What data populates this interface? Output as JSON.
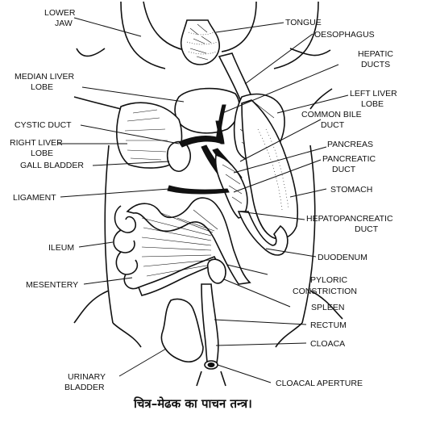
{
  "labels": {
    "lower_jaw_1": "LOWER",
    "lower_jaw_2": "JAW",
    "tongue": "TONGUE",
    "oesophagus": "OESOPHAGUS",
    "hepatic_ducts_1": "HEPATIC",
    "hepatic_ducts_2": "DUCTS",
    "median_liver_lobe_1": "MEDIAN LIVER",
    "median_liver_lobe_2": "LOBE",
    "left_liver_lobe_1": "LEFT LIVER",
    "left_liver_lobe_2": "LOBE",
    "common_bile_duct_1": "COMMON BILE",
    "common_bile_duct_2": "DUCT",
    "cystic_duct": "CYSTIC DUCT",
    "right_liver_lobe_1": "RIGHT LIVER",
    "right_liver_lobe_2": "LOBE",
    "pancreas": "PANCREAS",
    "gall_bladder": "GALL BLADDER",
    "pancreatic_duct_1": "PANCREATIC",
    "pancreatic_duct_2": "DUCT",
    "ligament": "LIGAMENT",
    "stomach": "STOMACH",
    "hepatopancreatic_duct_1": "HEPATOPANCREATIC",
    "hepatopancreatic_duct_2": "DUCT",
    "ileum": "ILEUM",
    "duodenum": "DUODENUM",
    "mesentery": "MESENTERY",
    "pyloric_constriction_1": "PYLORIC",
    "pyloric_constriction_2": "CONSTRICTION",
    "spleen": "SPLEEN",
    "rectum": "RECTUM",
    "cloaca": "CLOACA",
    "urinary_bladder_1": "URINARY",
    "urinary_bladder_2": "BLADDER",
    "cloacal_aperture": "CLOACAL APERTURE"
  },
  "caption": "चित्र–मेढक का पाचन तन्त्र।"
}
